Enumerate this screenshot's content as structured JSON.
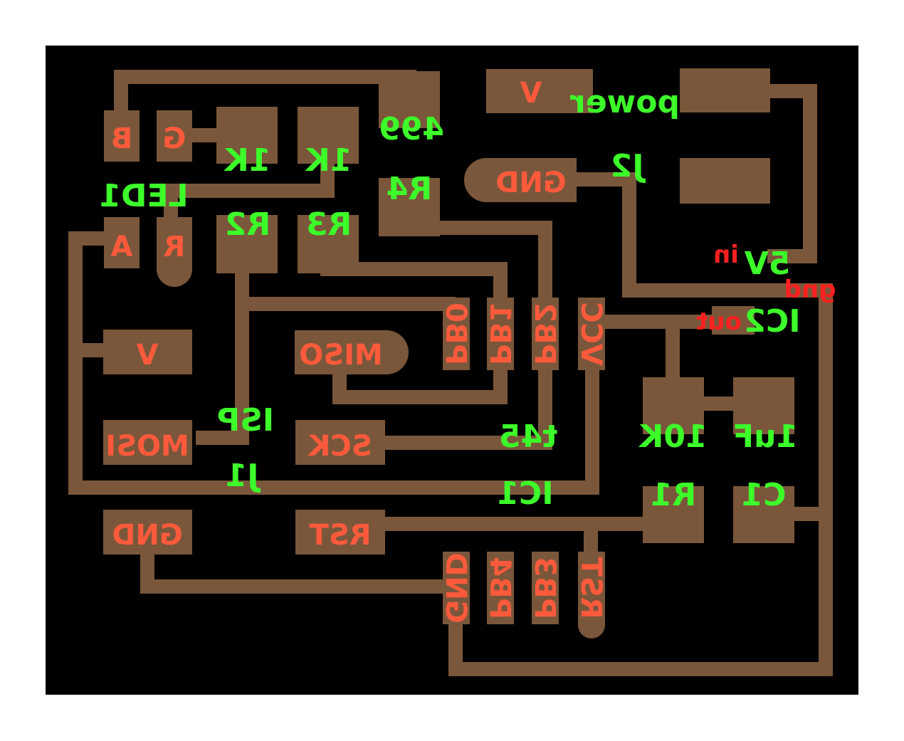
{
  "colors": {
    "background": "#000000",
    "copper": "#7a573a",
    "pin_text": "#ff5a3c",
    "part_text": "#3dff2a",
    "hint_text": "#ff2020",
    "page": "#ffffff"
  },
  "board": {
    "mirrored": true,
    "pins": {
      "led_b": "B",
      "led_g": "G",
      "led_a": "A",
      "led_r": "R",
      "isp_v": "V",
      "isp_miso": "MISO",
      "isp_mosi": "MOSI",
      "isp_sck": "SCK",
      "isp_gnd": "GND",
      "isp_rst": "RST",
      "pwr_v": "V",
      "pwr_gnd": "GND",
      "ic1_pb0": "PB0",
      "ic1_pb1": "PB1",
      "ic1_pb2": "PB2",
      "ic1_vcc": "VCC",
      "ic1_gnd": "GND",
      "ic1_pb4": "PB4",
      "ic1_pb3": "PB3",
      "ic1_rst": "RST"
    },
    "parts": {
      "led1": "LED1",
      "r2_name": "R2",
      "r2_value": "1K",
      "r3_name": "R3",
      "r3_value": "1K",
      "r4_name": "R4",
      "r4_value": "499",
      "j2_name": "J2",
      "j2_value": "power",
      "ic2_name": "IC2",
      "ic2_value": "5V",
      "isp_name": "ISP",
      "j1_name": "J1",
      "ic1_value": "t45",
      "ic1_name": "IC1",
      "r1_value": "10K",
      "r1_name": "R1",
      "c1_value": "1uF",
      "c1_name": "C1"
    },
    "ic2_pins": {
      "in": "in",
      "out": "out",
      "gnd": "gnd"
    }
  }
}
